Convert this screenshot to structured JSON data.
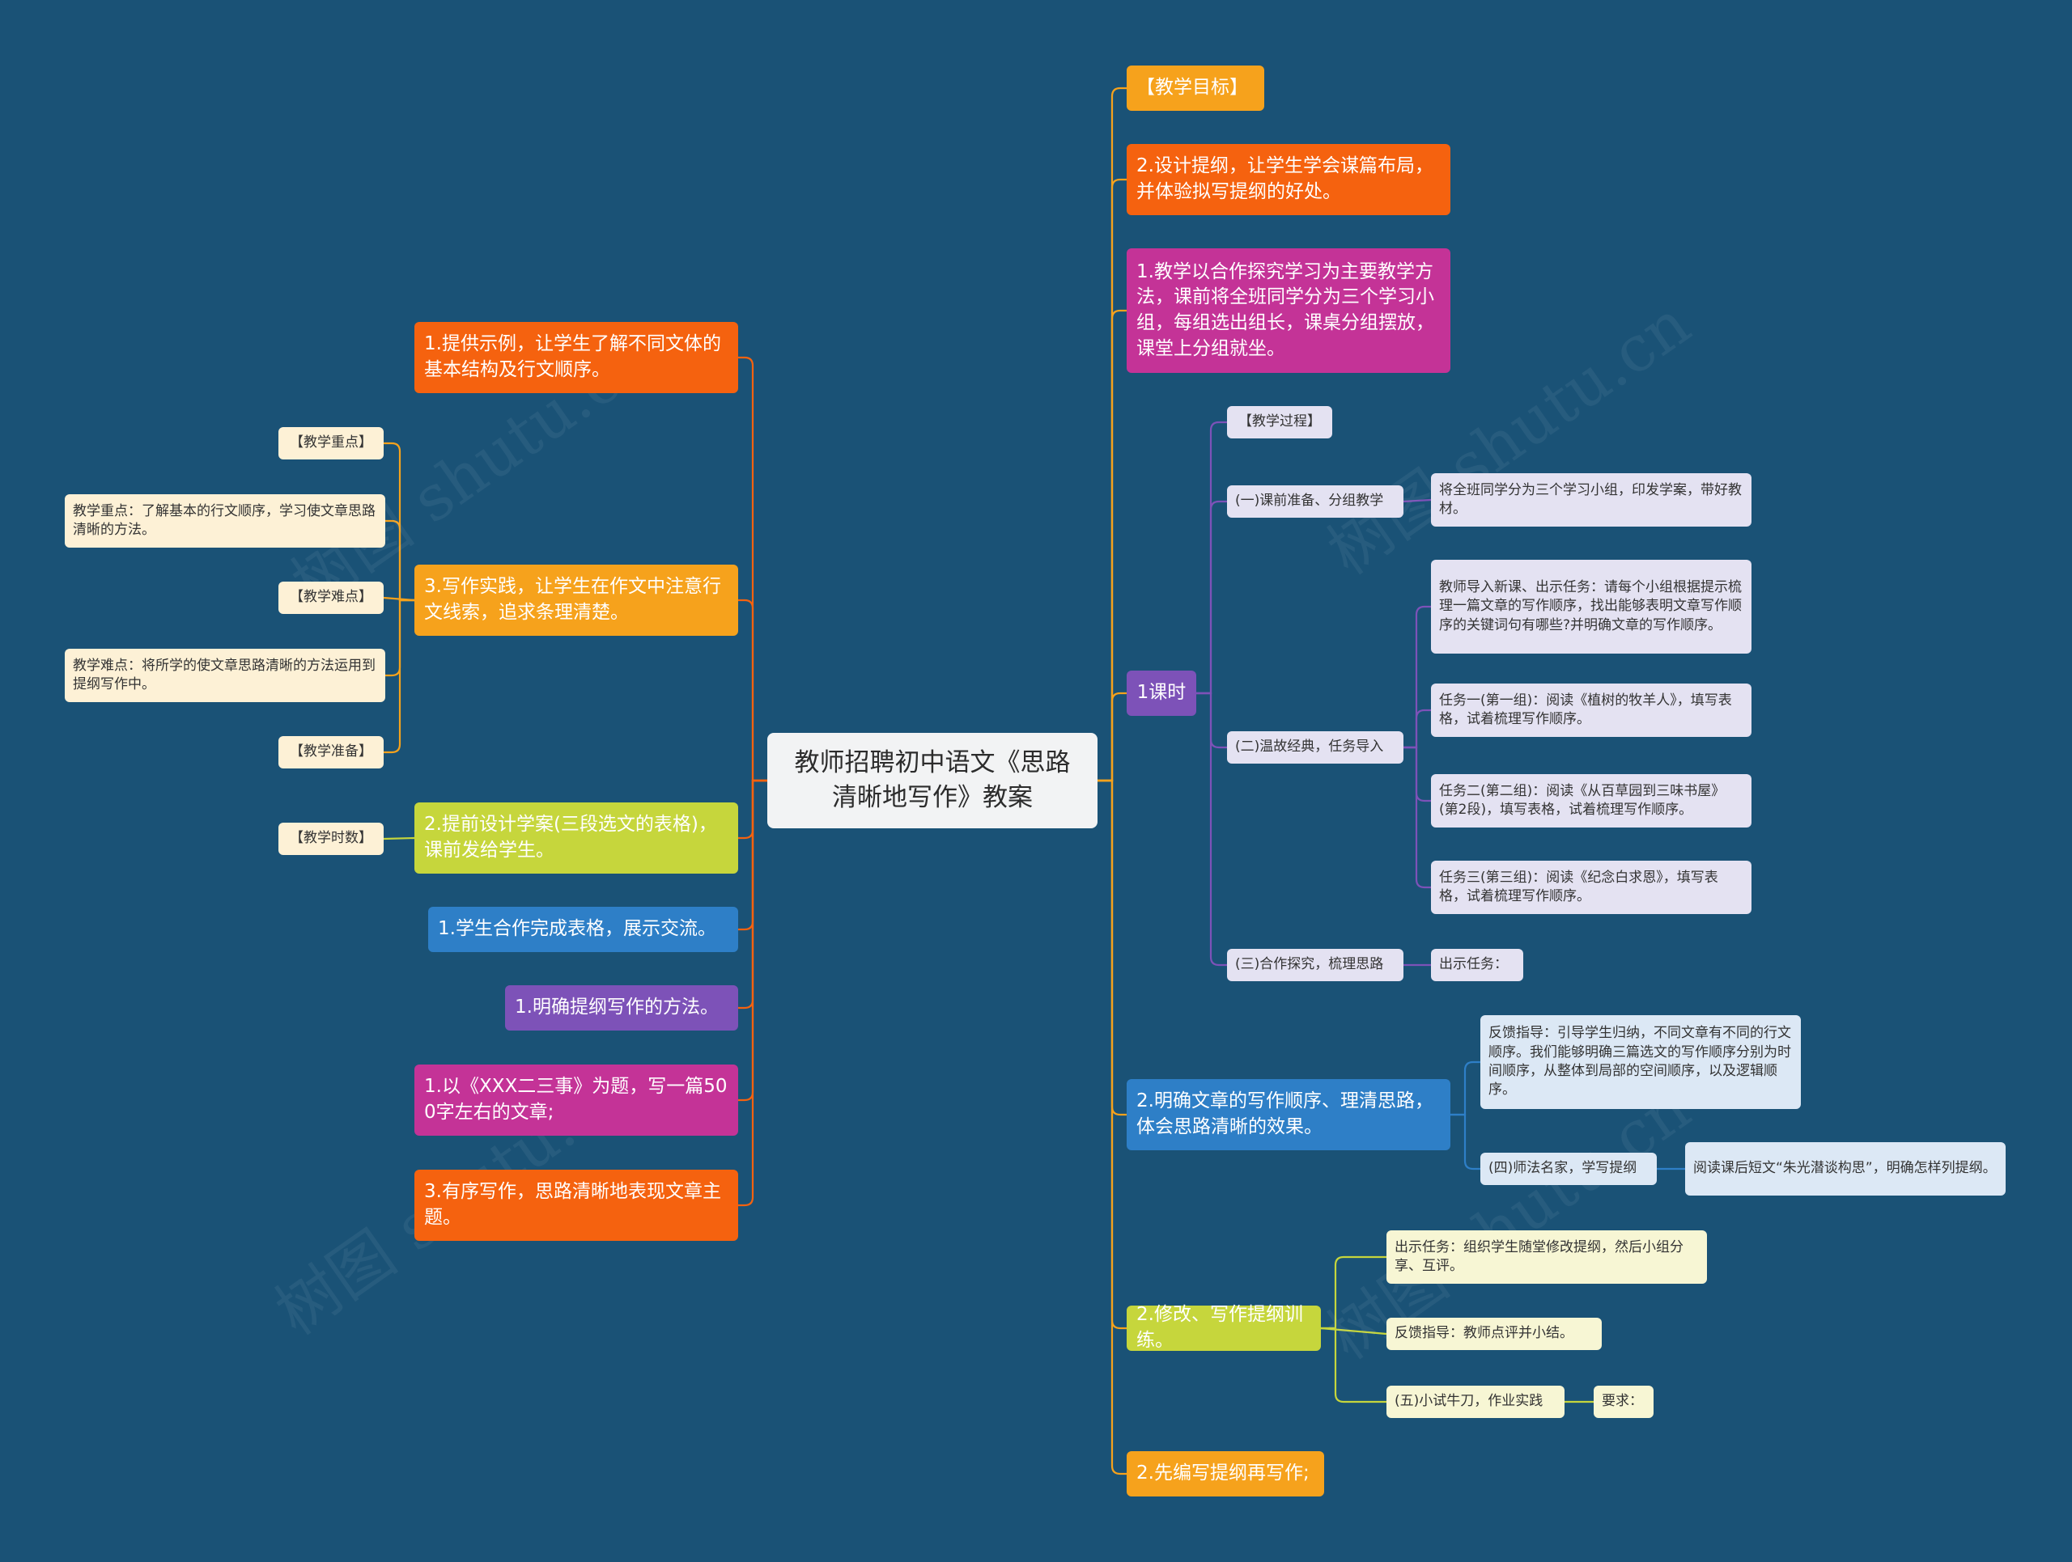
{
  "root": {
    "label": "教师招聘初中语文《思路清晰地写作》教案"
  },
  "colors": {
    "background": "#1a5276",
    "left_line": "#f5620f",
    "right_line": "#f6a21c"
  },
  "left_branches": [
    {
      "label": "1.提供示例，让学生了解不同文体的基本结构及行文顺序。"
    },
    {
      "label": "3.写作实践，让学生在作文中注意行文线索，追求条理清楚。",
      "children": [
        {
          "label": "【教学重点】"
        },
        {
          "label": "教学重点：了解基本的行文顺序，学习使文章思路清晰的方法。"
        },
        {
          "label": "【教学难点】"
        },
        {
          "label": "教学难点：将所学的使文章思路清晰的方法运用到提纲写作中。"
        },
        {
          "label": "【教学准备】"
        }
      ]
    },
    {
      "label": "2.提前设计学案(三段选文的表格)，课前发给学生。",
      "children": [
        {
          "label": "【教学时数】"
        }
      ]
    },
    {
      "label": "1.学生合作完成表格，展示交流。"
    },
    {
      "label": "1.明确提纲写作的方法。"
    },
    {
      "label": "1.以《XXX二三事》为题，写一篇500字左右的文章;"
    },
    {
      "label": "3.有序写作，思路清晰地表现文章主题。"
    }
  ],
  "right_branches": [
    {
      "label": "【教学目标】"
    },
    {
      "label": "2.设计提纲，让学生学会谋篇布局，并体验拟写提纲的好处。"
    },
    {
      "label": "1.教学以合作探究学习为主要教学方法，课前将全班同学分为三个学习小组，每组选出组长，课桌分组摆放，课堂上分组就坐。"
    },
    {
      "label": "1课时",
      "children": [
        {
          "label": "【教学过程】"
        },
        {
          "label": "(一)课前准备、分组教学",
          "children": [
            {
              "label": "将全班同学分为三个学习小组，印发学案，带好教材。"
            }
          ]
        },
        {
          "label": "(二)温故经典，任务导入",
          "children": [
            {
              "label": "教师导入新课、出示任务：请每个小组根据提示梳理一篇文章的写作顺序，找出能够表明文章写作顺序的关键词句有哪些?并明确文章的写作顺序。"
            },
            {
              "label": "任务一(第一组)：阅读《植树的牧羊人》，填写表格，试着梳理写作顺序。"
            },
            {
              "label": "任务二(第二组)：阅读《从百草园到三味书屋》(第2段)，填写表格，试着梳理写作顺序。"
            },
            {
              "label": "任务三(第三组)：阅读《纪念白求恩》，填写表格，试着梳理写作顺序。"
            }
          ]
        },
        {
          "label": "(三)合作探究，梳理思路",
          "children": [
            {
              "label": "出示任务："
            }
          ]
        }
      ]
    },
    {
      "label": "2.明确文章的写作顺序、理清思路，体会思路清晰的效果。",
      "children": [
        {
          "label": "反馈指导：引导学生归纳，不同文章有不同的行文顺序。我们能够明确三篇选文的写作顺序分别为时间顺序，从整体到局部的空间顺序，以及逻辑顺序。"
        },
        {
          "label": "(四)师法名家，学写提纲",
          "children": [
            {
              "label": "阅读课后短文“朱光潜谈构思”，明确怎样列提纲。"
            }
          ]
        }
      ]
    },
    {
      "label": "2.修改、写作提纲训练。",
      "children": [
        {
          "label": "出示任务：组织学生随堂修改提纲，然后小组分享、互评。"
        },
        {
          "label": "反馈指导：教师点评并小结。"
        },
        {
          "label": "(五)小试牛刀，作业实践",
          "children": [
            {
              "label": "要求："
            }
          ]
        }
      ]
    },
    {
      "label": "2.先编写提纲再写作;"
    }
  ],
  "watermarks": [
    "树图 shutu.cn",
    "树图 shutu.cn",
    "树图 shutu.cn",
    "树图 shutu.cn"
  ]
}
